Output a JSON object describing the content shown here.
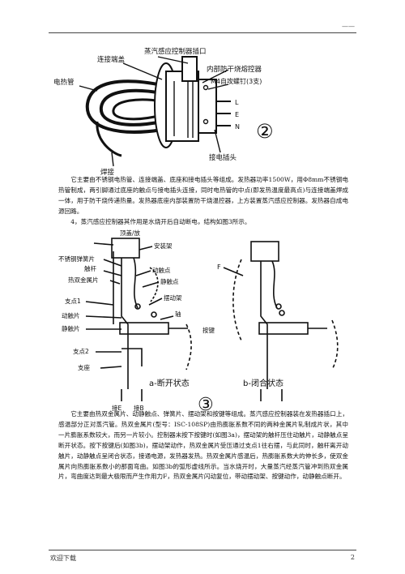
{
  "header": {
    "text": "——"
  },
  "figure2": {
    "labels": {
      "top_left": "连接端盖",
      "top_right": "蒸汽感应控制器插口",
      "heater_tube": "电热管",
      "inner_fuse": "内部防干烧熔控器",
      "screws": "M4自攻螺钉(3支)",
      "pin_l": "L",
      "pin_e": "E",
      "pin_n": "N",
      "plug": "接电插头",
      "weld": "焊接",
      "number": "②"
    }
  },
  "paragraph1": "它主要由不锈钢电热管、连接端盖、底座和接电插头等组成。发热器功率1500W，用Φ8mm不锈钢电热管制成，两引脚通过底座的触点与接电插头连接，同时电热管的中点(即发热温度最高点)与连接端盖焊成一体，用于防干烧传递热量。发热器底座内部装置防干烧温控器，上方装置蒸汽感应控制器。发热器自成电源回路。",
  "section4": "4，蒸汽感应控制器其作用是水烧开后自动断电，结构如图3所示。",
  "figure3": {
    "labels": {
      "cover": "顶盖/放",
      "mount": "安装架",
      "spring": "不锈钢弹簧片",
      "lever": "触杆",
      "moving_contact": "动触点",
      "bimetal": "热双金属片",
      "static_contact": "静触点",
      "pivot1": "支点1",
      "swing_frame": "摆动架",
      "shaft": "轴",
      "moving_contact_piece": "动触片",
      "static_contact_piece": "静触片",
      "button": "按键",
      "pivot2": "支点2",
      "base": "支座",
      "terminal_a": "接E",
      "terminal_b": "接B",
      "force": "F",
      "caption_a": "a-断开状态",
      "caption_b": "b-闭合状态",
      "number": "③"
    }
  },
  "paragraph2": "它主要由热双金属片、动静触点、弹簧片、摆动架和按键等组成。蒸汽感应控制器装在发热器插口上，感温部分正对蒸汽管。热双金属片(型号：ISC-108SP)由热膨胀系数不同的两种金属片轧制成片状，其中一片膨胀系数较大，而另一片较小。控制器末按下按键时(如图3a)，摆动架的触杆压住动触片，动静触点呈断开状态。按下按键后(如图3b)，摆动架动作，热双金属片受压通过支点1往右摆，与此同时，触杆离开动触片，动静触点呈闭合状态，接通电源，发热器发热。热双金属片感温后，热膨胀系数大的伸长多，使双金属片向热膨胀系数小的那面弯曲。如图3b的弧形虚线所示。当水烧开时，大量蒸汽经蒸汽管冲到热双金属片，弯曲度达到最大极限而产生作用力F，热双金属片闪动复位，带动摆动架、按键动作，动静触点断开。",
  "footer": {
    "left": "欢迎下载",
    "page": "2"
  }
}
